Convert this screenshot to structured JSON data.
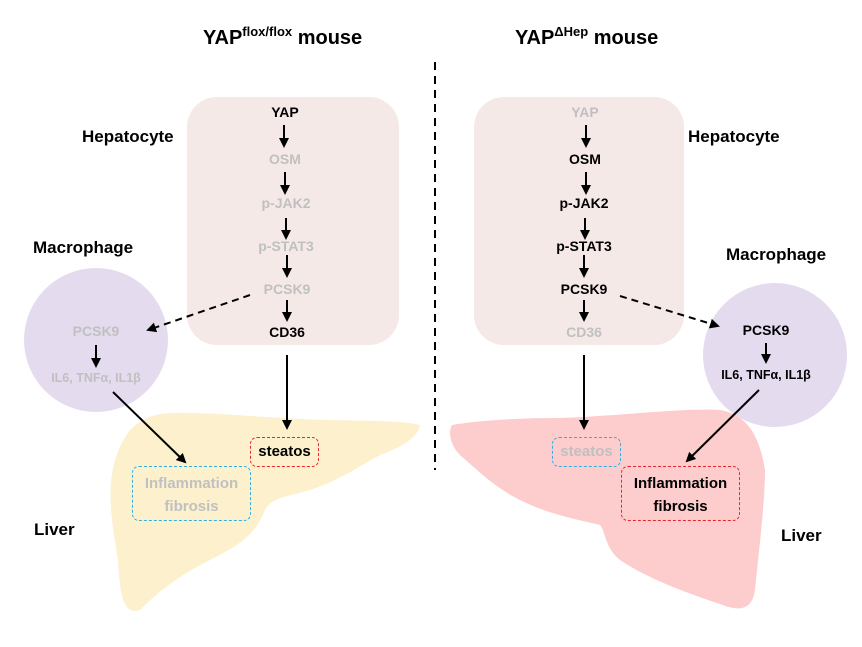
{
  "colors": {
    "hepatocyte_box": "#f5e9e8",
    "macrophage_circle": "#e4dbef",
    "liver_left": "#fdf0cc",
    "liver_right": "#fdcccc",
    "active_text": "#000000",
    "inactive_text": "#c0c0c0",
    "highlight_border": "#e8262b",
    "muted_border": "#33aee0"
  },
  "left_panel": {
    "title_main": "YAP",
    "title_sup": "flox/flox",
    "title_suffix": "mouse",
    "hepatocyte_label": "Hepatocyte",
    "macrophage_label": "Macrophage",
    "liver_label": "Liver",
    "hepatocyte_pathway": [
      {
        "label": "YAP",
        "active": true
      },
      {
        "label": "OSM",
        "active": false
      },
      {
        "label": "p-JAK2",
        "active": false
      },
      {
        "label": "p-STAT3",
        "active": false
      },
      {
        "label": "PCSK9",
        "active": false
      },
      {
        "label": "CD36",
        "active": true
      }
    ],
    "macrophage_pathway": [
      {
        "label": "PCSK9",
        "active": false
      },
      {
        "label": "IL6, TNFα, IL1β",
        "active": false
      }
    ],
    "outcomes": {
      "steatosis": {
        "label": "steatos",
        "active": true
      },
      "inflammation": {
        "line1": "Inflammation",
        "line2": "fibrosis",
        "active": false
      }
    }
  },
  "right_panel": {
    "title_main": "YAP",
    "title_sup": "ΔHep",
    "title_suffix": "mouse",
    "hepatocyte_label": "Hepatocyte",
    "macrophage_label": "Macrophage",
    "liver_label": "Liver",
    "hepatocyte_pathway": [
      {
        "label": "YAP",
        "active": false
      },
      {
        "label": "OSM",
        "active": true
      },
      {
        "label": "p-JAK2",
        "active": true
      },
      {
        "label": "p-STAT3",
        "active": true
      },
      {
        "label": "PCSK9",
        "active": true
      },
      {
        "label": "CD36",
        "active": false
      }
    ],
    "macrophage_pathway": [
      {
        "label": "PCSK9",
        "active": true
      },
      {
        "label": "IL6, TNFα, IL1β",
        "active": true
      }
    ],
    "outcomes": {
      "steatosis": {
        "label": "steatos",
        "active": false
      },
      "inflammation": {
        "line1": "Inflammation",
        "line2": "fibrosis",
        "active": true
      }
    }
  }
}
